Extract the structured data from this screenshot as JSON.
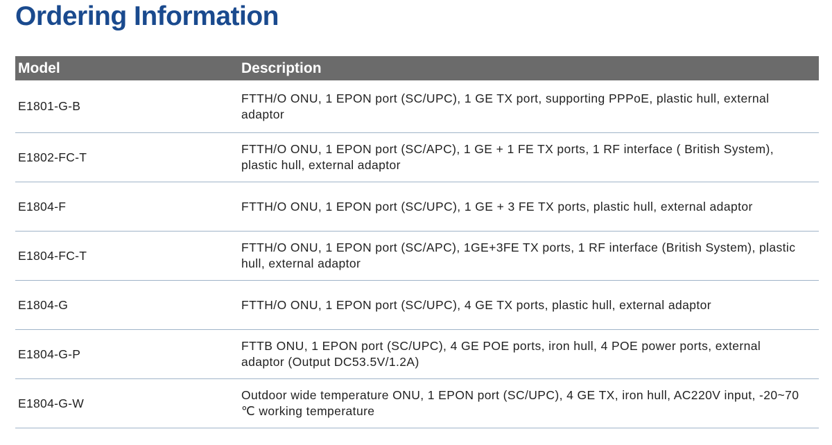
{
  "title": "Ordering Information",
  "columns": {
    "model": "Model",
    "description": "Description"
  },
  "rows": [
    {
      "model": "E1801-G-B",
      "description": "FTTH/O ONU, 1 EPON port (SC/UPC), 1 GE TX port, supporting PPPoE, plastic hull, external adaptor"
    },
    {
      "model": "E1802-FC-T",
      "description": "FTTH/O ONU, 1 EPON port (SC/APC), 1 GE + 1 FE TX ports, 1 RF interface ( British System), plastic hull, external adaptor"
    },
    {
      "model": "E1804-F",
      "description": "FTTH/O ONU, 1 EPON port (SC/UPC), 1 GE + 3 FE TX ports, plastic hull, external adaptor"
    },
    {
      "model": "E1804-FC-T",
      "description": "FTTH/O ONU, 1 EPON port (SC/APC), 1GE+3FE TX ports, 1 RF interface (British System), plastic hull, external adaptor"
    },
    {
      "model": "E1804-G",
      "description": "FTTH/O ONU, 1 EPON port (SC/UPC), 4 GE TX ports, plastic hull, external adaptor"
    },
    {
      "model": "E1804-G-P",
      "description": "FTTB ONU, 1 EPON port (SC/UPC), 4 GE POE ports, iron hull, 4 POE power ports, external adaptor (Output DC53.5V/1.2A)"
    },
    {
      "model": "E1804-G-W",
      "description": "Outdoor wide temperature ONU, 1 EPON port (SC/UPC), 4 GE TX, iron hull, AC220V input, -20~70 ℃ working temperature"
    }
  ]
}
